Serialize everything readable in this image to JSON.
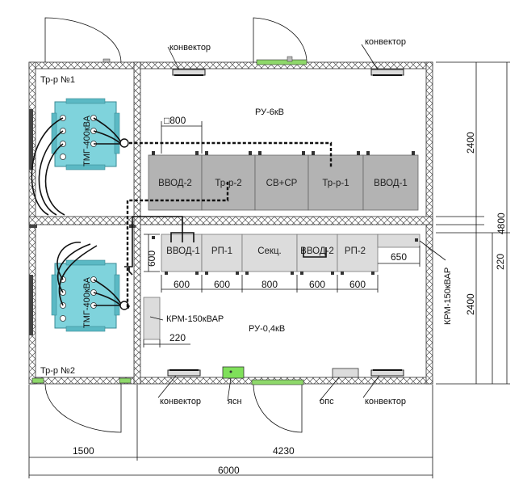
{
  "rooms": {
    "tr1": "Тр-р №1",
    "tr2": "Тр-р №2",
    "ru6": "РУ-6кВ",
    "ru04": "РУ-0,4кВ"
  },
  "transformer_label": "ТМГ-400кВА",
  "convector_label": "конвектор",
  "krm_label": "КРМ-150кВАР",
  "yasn_label": "ясн",
  "ops_label": "опс",
  "cabinets_6kv": [
    "ВВОД-2",
    "Тр-р-2",
    "СВ+СР",
    "Тр-р-1",
    "ВВОД-1"
  ],
  "cabinets_04kv": [
    "ВВОД-1",
    "РП-1",
    "Секц.",
    "ВВОД-2",
    "РП-2"
  ],
  "dims": {
    "d800_top": "□800",
    "d600_side": "600",
    "bottom_widths": [
      "600",
      "600",
      "800",
      "600",
      "600"
    ],
    "d650": "650",
    "d220_left": "220",
    "d1500": "1500",
    "d4230": "4230",
    "d6000": "6000",
    "d2400_top": "2400",
    "d2400_bottom": "2400",
    "d4800": "4800",
    "d220_right": "220"
  },
  "colors": {
    "transformer": "#7fd3dc",
    "wall_hatch": "#555555",
    "cabinet_6kv": "#b3b3b3",
    "cabinet_04kv": "#dcdcdc",
    "yasn_box": "#7fe05a",
    "cable": "#000000"
  }
}
